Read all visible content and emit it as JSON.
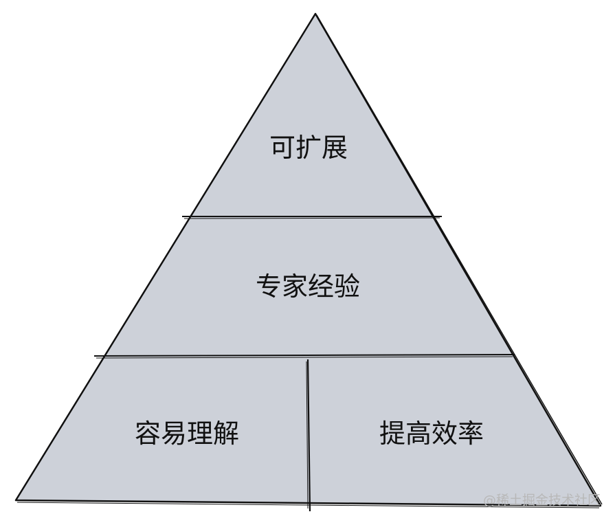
{
  "diagram": {
    "type": "pyramid",
    "fill_color": "#cdd1d9",
    "stroke_color": "#111111",
    "levels": [
      {
        "id": "top",
        "label": "可扩展"
      },
      {
        "id": "middle",
        "label": "专家经验"
      },
      {
        "id": "bottom-left",
        "label": "容易理解"
      },
      {
        "id": "bottom-right",
        "label": "提高效率"
      }
    ]
  },
  "watermark": {
    "text": "@稀土掘金技术社区",
    "color": "#b8b8b8"
  }
}
